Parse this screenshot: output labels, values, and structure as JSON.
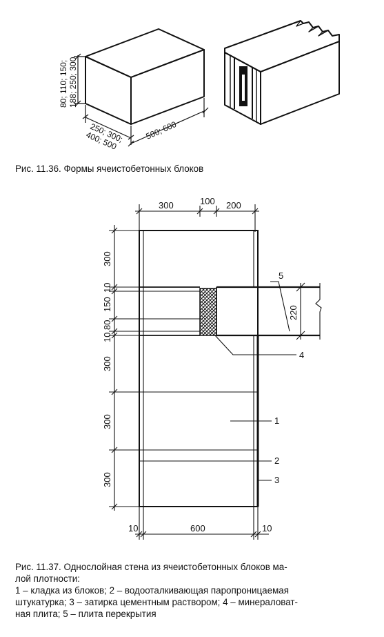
{
  "figure1": {
    "caption": "Рис. 11.36. Формы ячеистобетонных блоков",
    "height_dims": "80; 110; 150;",
    "height_dims_2": "188; 250; 300",
    "width_dims": "250; 300;",
    "width_dims_2": "400; 500",
    "length_dims": "500; 600"
  },
  "figure2": {
    "caption_lines": [
      "Рис. 11.37. Однослойная стена из ячеистобетонных блоков ма-",
      "лой плотности:",
      "1 – кладка из блоков; 2 – водооталкивающая паропроницаемая",
      "штукатурка; 3 – затирка цементным раствором; 4 – минераловат-",
      "ная плита; 5 – плита перекрытия"
    ],
    "top_dims": [
      "300",
      "100",
      "200"
    ],
    "left_dims": [
      "300",
      "10",
      "150",
      "80",
      "10",
      "300",
      "300",
      "300"
    ],
    "slab_height": "220",
    "bottom_dims": [
      "10",
      "600",
      "10"
    ],
    "callouts": [
      "1",
      "2",
      "3",
      "4",
      "5"
    ]
  }
}
